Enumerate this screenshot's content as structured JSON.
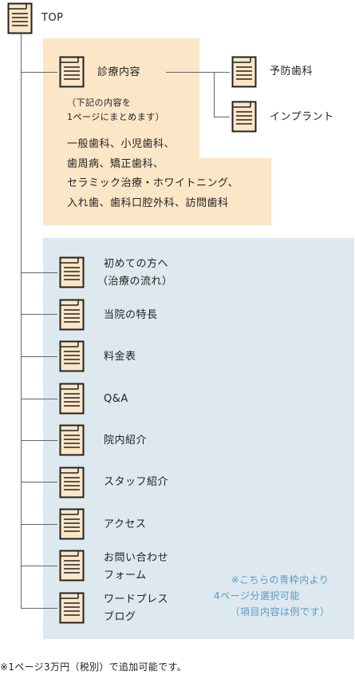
{
  "top": {
    "label": "TOP"
  },
  "treatment": {
    "title": "診療内容",
    "note_lines": [
      "（下記の内容を",
      "1ページにまとめます）"
    ],
    "list_lines": [
      "一般歯科、小児歯科、",
      "歯周病、矯正歯科、",
      "セラミック治療・ホワイトニング、",
      "入れ歯、歯科口腔外科、訪問歯科"
    ],
    "children": [
      {
        "label": "予防歯科"
      },
      {
        "label": "インプラント"
      }
    ]
  },
  "optional_pages": [
    {
      "lines": [
        "初めての方へ",
        "（治療の流れ）"
      ]
    },
    {
      "lines": [
        "当院の特長"
      ]
    },
    {
      "lines": [
        "料金表"
      ]
    },
    {
      "lines": [
        "Q&A"
      ]
    },
    {
      "lines": [
        "院内紹介"
      ]
    },
    {
      "lines": [
        "スタッフ紹介"
      ]
    },
    {
      "lines": [
        "アクセス"
      ]
    },
    {
      "lines": [
        "お問い合わせ",
        "フォーム"
      ]
    },
    {
      "lines": [
        "ワードプレス",
        "ブログ"
      ]
    }
  ],
  "selection_note": [
    "※こちらの青枠内より",
    "4ページ分選択可能",
    "（項目内容は例です）"
  ],
  "footnote": "※1ページ3万円（税別）で追加可能です。",
  "colors": {
    "orange_box": "#fbe6c7",
    "blue_box": "#dde8ef",
    "note_text": "#5a9bc4",
    "icon_fill": "#fbe6c7",
    "icon_stroke": "#222222"
  },
  "icon": "document-icon"
}
